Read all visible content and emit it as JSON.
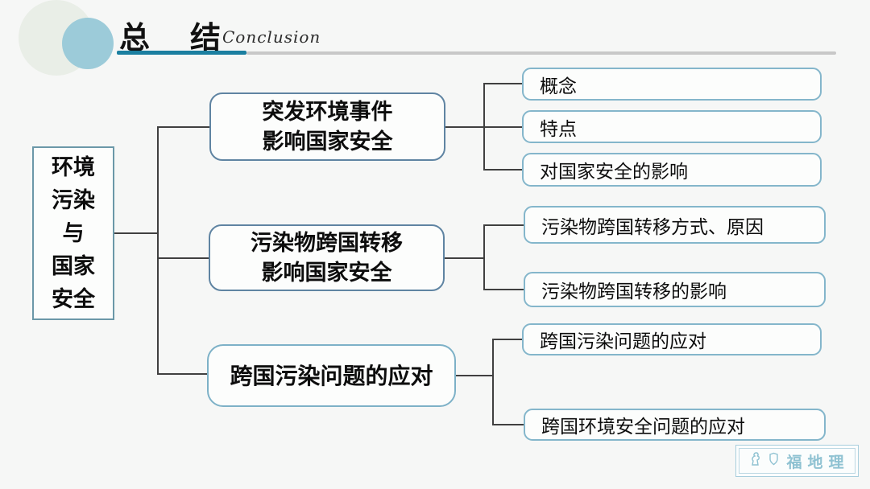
{
  "header": {
    "title": "总　结",
    "subtitle": "Conclusion",
    "accent_color": "#1b7fa0",
    "divider_gray": "#c8c8c8"
  },
  "diagram": {
    "root": {
      "label": "环境污染与国家安全",
      "lines": [
        "环境",
        "污染",
        "与",
        "国家",
        "安全"
      ]
    },
    "branches": [
      {
        "title_lines": [
          "突发环境事件",
          "影响国家安全"
        ],
        "children": [
          "概念",
          "特点",
          "对国家安全的影响"
        ]
      },
      {
        "title_lines": [
          "污染物跨国转移",
          "影响国家安全"
        ],
        "children": [
          "污染物跨国转移方式、原因",
          "污染物跨国转移的影响"
        ]
      },
      {
        "title_lines": [
          "跨国污染问题的应对"
        ],
        "children": [
          "跨国污染问题的应对",
          "跨国环境安全问题的应对"
        ]
      }
    ]
  },
  "watermark": {
    "icons": [
      "bird-icon",
      "shield-icon"
    ],
    "text": "福地理",
    "color": "#8fc2d2"
  },
  "colors": {
    "background": "#f6f7f6",
    "branch_border": "#5f84a2",
    "branch3_border": "#7db1c7",
    "child_border": "#84b6cb",
    "root_border": "#6b98a8",
    "connector": "#404040",
    "circle_teal": "#9ccbd9",
    "circle_pale": "#e9eee7"
  }
}
